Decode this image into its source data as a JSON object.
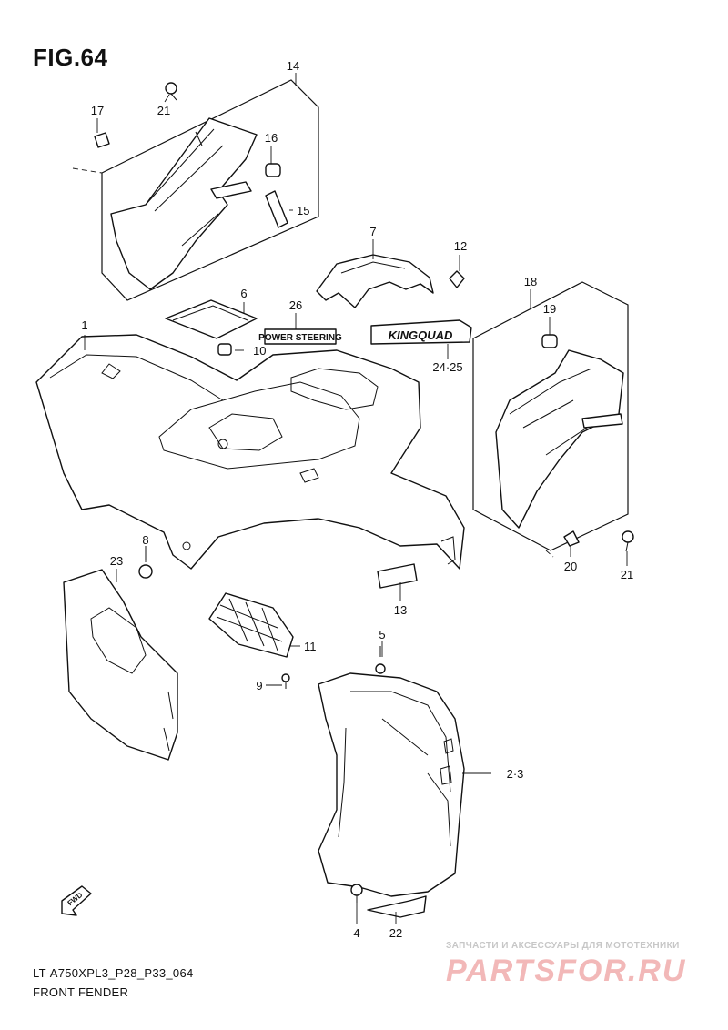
{
  "figure": {
    "title": "FIG.64",
    "code": "LT-A750XPL3_P28_P33_064",
    "name": "FRONT FENDER"
  },
  "callouts": [
    "1",
    "2·3",
    "4",
    "5",
    "6",
    "7",
    "8",
    "9",
    "10",
    "11",
    "12",
    "13",
    "14",
    "15",
    "16",
    "17",
    "18",
    "19",
    "20",
    "21",
    "21",
    "22",
    "23",
    "24·25",
    "26"
  ],
  "decals": {
    "power_steering": "POWER STEERING",
    "kingquad": "KINGQUAD"
  },
  "direction_arrow": "FWD",
  "watermark": {
    "tagline": "ЗАПЧАСТИ И АКСЕССУАРЫ ДЛЯ МОТОТЕХНИКИ",
    "brand": "PARTSFOR.RU"
  }
}
